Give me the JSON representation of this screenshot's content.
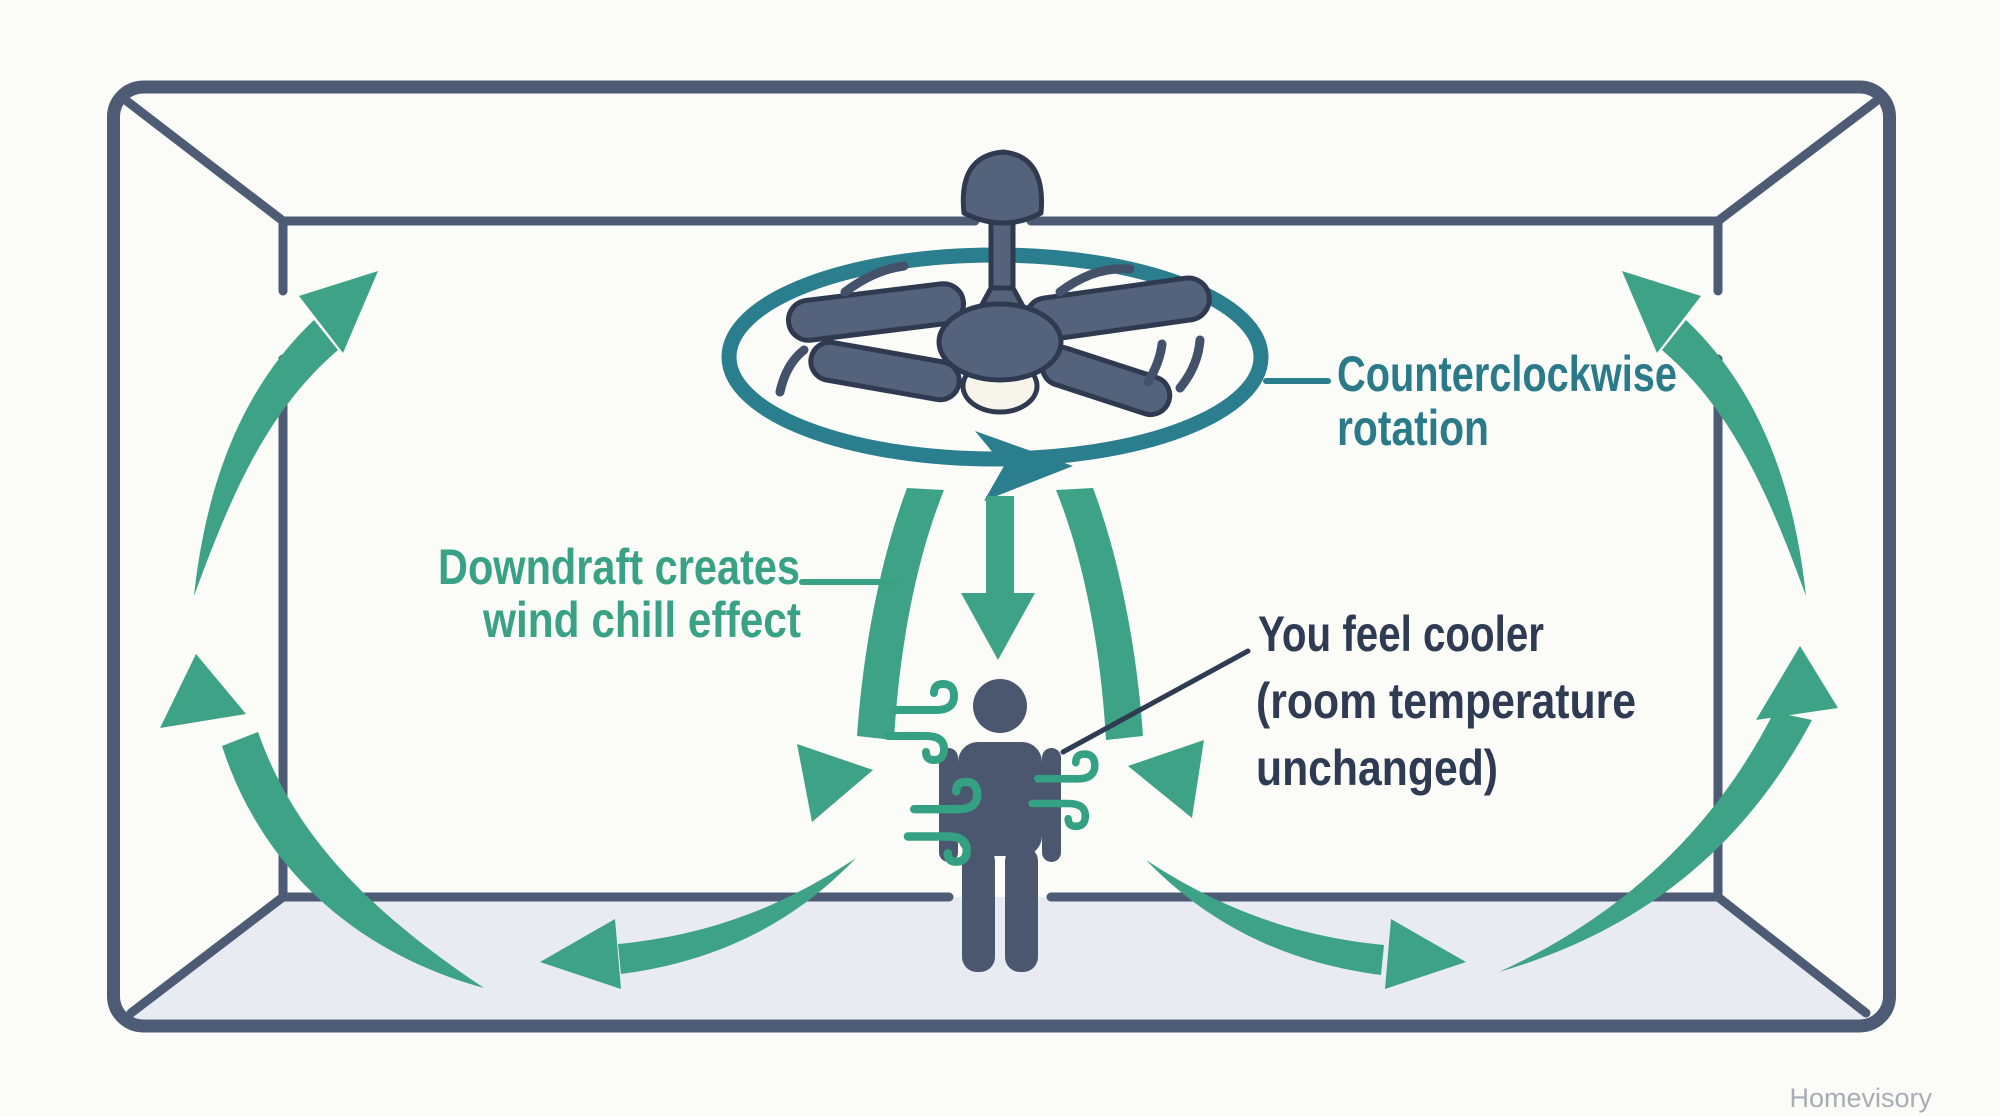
{
  "diagram": {
    "labels": {
      "rotation": {
        "line1": "Counterclockwise",
        "line2": "rotation"
      },
      "downdraft": {
        "line1": "Downdraft creates",
        "line2": "wind chill effect"
      },
      "cooler": {
        "line1": "You feel cooler",
        "line2": "(room temperature",
        "line3": "unchanged)"
      }
    },
    "watermark": "Homevisory",
    "icons": {
      "fan": "ceiling-fan-icon",
      "rotation_ring": "counterclockwise-rotation-arrow-icon",
      "down_arrows": "downdraft-arrow-icons",
      "circulation_arrows": "air-circulation-arrow-icons",
      "person": "person-silhouette-icon",
      "wind": "wind-swirl-icon"
    }
  },
  "colors": {
    "bg": "#fbfbf8",
    "floor": "#e8ebf2",
    "structure": "#4d5b74",
    "fan_body": "#55627b",
    "fan_outline": "#2f3a50",
    "fan_light": "#f7f4ec",
    "motion_arc": "#44516b",
    "ring_teal": "#2a7e8e",
    "arrow_green": "#3ea287",
    "swirl_green": "#35a183",
    "person": "#4a576e",
    "teal_text": "#2a7a8a",
    "green_text": "#3aa284",
    "dark_text": "#2e3b52",
    "watermark": "#a9adb3"
  }
}
